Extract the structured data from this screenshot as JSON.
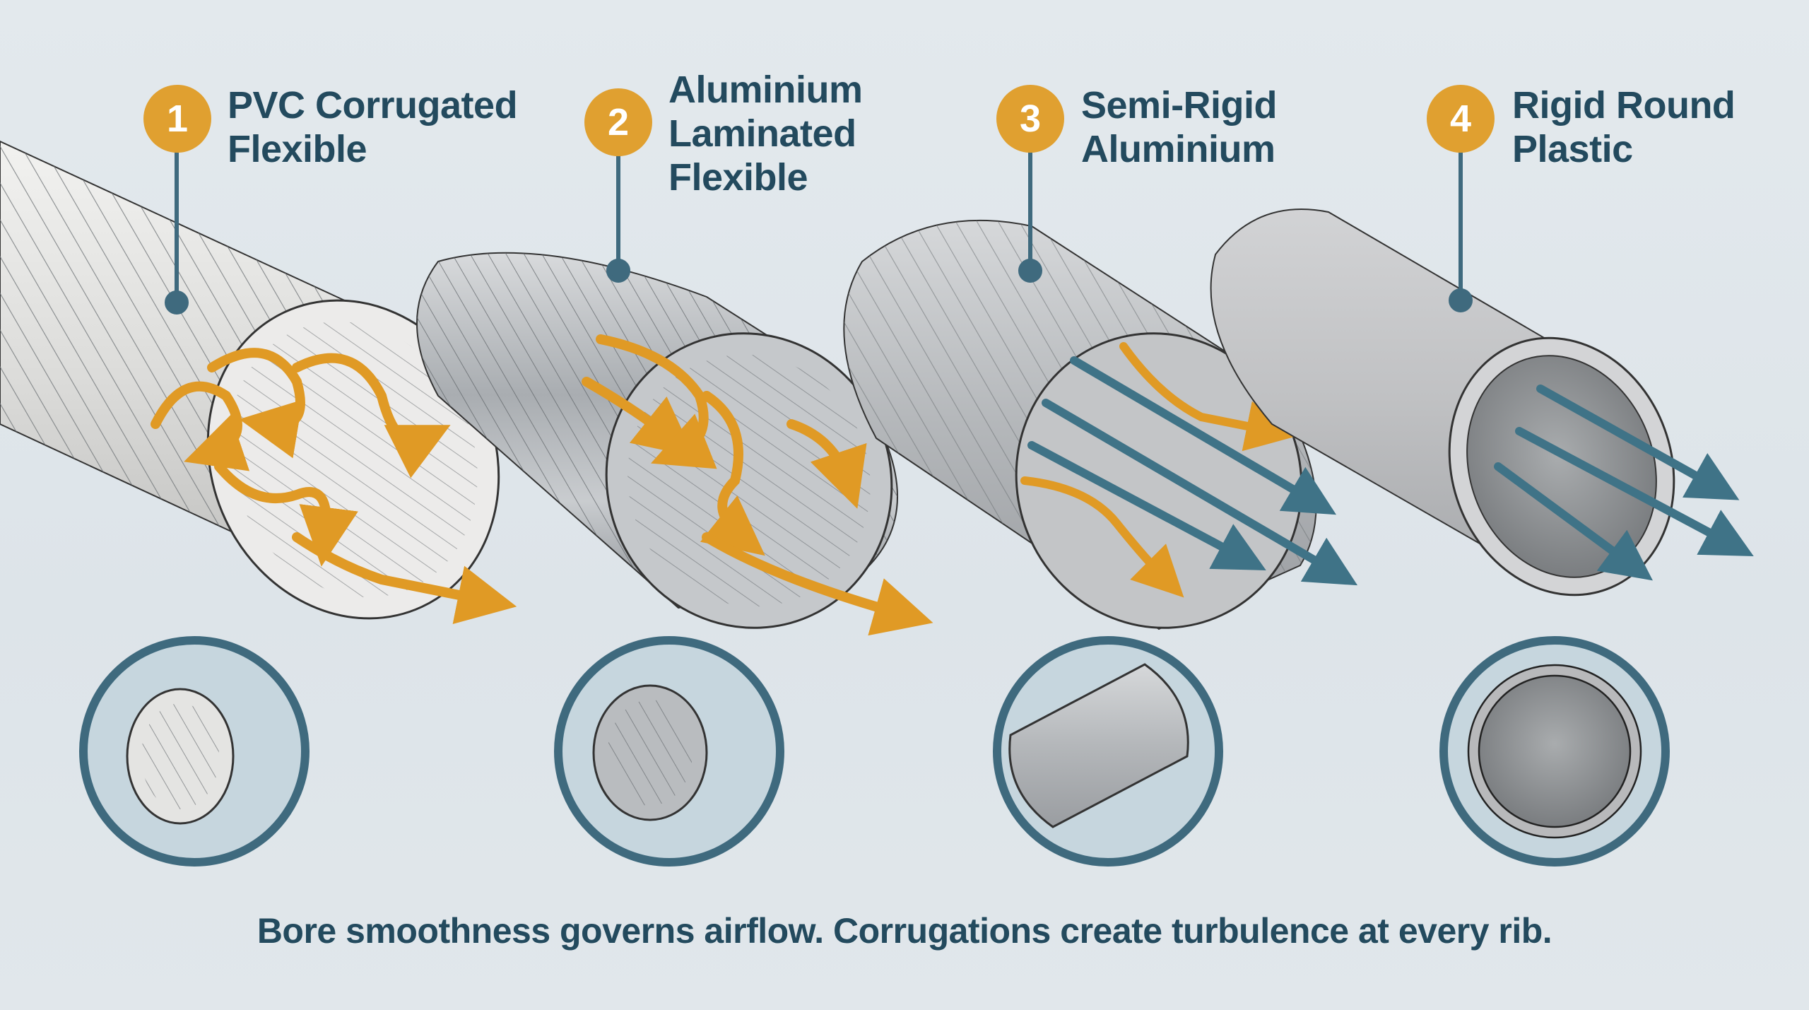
{
  "callouts": [
    {
      "number": "1",
      "lines": [
        "PVC Corrugated",
        "Flexible"
      ]
    },
    {
      "number": "2",
      "lines": [
        "Aluminium",
        "Laminated",
        "Flexible"
      ]
    },
    {
      "number": "3",
      "lines": [
        "Semi-Rigid",
        "Aluminium"
      ]
    },
    {
      "number": "4",
      "lines": [
        "Rigid Round",
        "Plastic"
      ]
    }
  ],
  "caption": "Bore smoothness governs airflow. Corrugations create turbulence at every rib.",
  "colors": {
    "accent": "#e0a030",
    "leader": "#3f6a7e",
    "text": "#234a5e",
    "turbulent_arrow": "#e09a25",
    "laminar_arrow": "#3f7387",
    "background": "#e0e7eb"
  }
}
